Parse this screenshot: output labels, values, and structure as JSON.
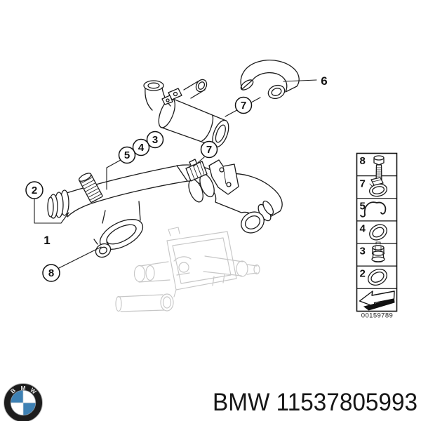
{
  "diagram": {
    "title_hint": "coolant pipe parts diagram",
    "callouts": {
      "c1": {
        "label": "1"
      },
      "c2": {
        "label": "2"
      },
      "c3": {
        "label": "3"
      },
      "c4": {
        "label": "4"
      },
      "c5": {
        "label": "5"
      },
      "c6": {
        "label": "6"
      },
      "c7a": {
        "label": "7"
      },
      "c7b": {
        "label": "7"
      },
      "c8": {
        "label": "8"
      }
    },
    "part_icons": [
      "egr-cooler",
      "vent-hose",
      "coolant-pipe",
      "mounting-bracket",
      "hose-clamp",
      "thermostat-housing-faint"
    ]
  },
  "legend": {
    "items": [
      {
        "number": "8",
        "icon": "bolt-icon"
      },
      {
        "number": "7",
        "icon": "hose-clamp-icon"
      },
      {
        "number": "5",
        "icon": "spring-clip-icon"
      },
      {
        "number": "4",
        "icon": "o-ring-icon"
      },
      {
        "number": "3",
        "icon": "valve-insert-icon"
      },
      {
        "number": "2",
        "icon": "o-ring-icon"
      }
    ],
    "direction_icon": "left-arrow-icon",
    "drawing_number": "00159789"
  },
  "footer": {
    "logo": "bmw-roundel-icon",
    "logo_letters": {
      "b": "B",
      "m": "M",
      "w": "W"
    },
    "caption": "BMW 11537805993"
  },
  "colors": {
    "background": "#ffffff",
    "line": "#1c1c1c",
    "faint_line": "#c7c7c7",
    "bmw_blue": "#3e81b4",
    "roundel_black": "#1d1d1d"
  }
}
